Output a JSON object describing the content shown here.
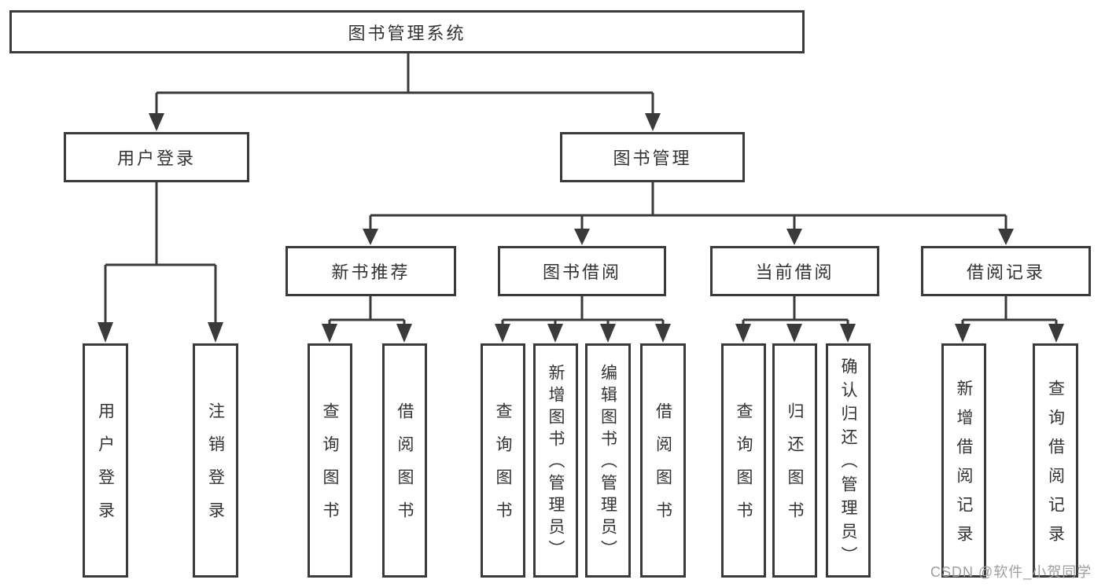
{
  "root": {
    "label": "图书管理系统"
  },
  "level2": [
    {
      "label": "用户登录"
    },
    {
      "label": "图书管理"
    }
  ],
  "level3": [
    {
      "label": "新书推荐"
    },
    {
      "label": "图书借阅"
    },
    {
      "label": "当前借阅"
    },
    {
      "label": "借阅记录"
    }
  ],
  "leaves": {
    "user_login": [
      {
        "label": "用户登录"
      },
      {
        "label": "注销登录"
      }
    ],
    "new_books": [
      {
        "label": "查询图书"
      },
      {
        "label": "借阅图书"
      }
    ],
    "book_borrow": [
      {
        "label": "查询图书"
      },
      {
        "label": "新增图书（管理员）"
      },
      {
        "label": "编辑图书（管理员）"
      },
      {
        "label": "借阅图书"
      }
    ],
    "current_borrow": [
      {
        "label": "查询图书"
      },
      {
        "label": "归还图书"
      },
      {
        "label": "确认归还（管理员）"
      }
    ],
    "borrow_records": [
      {
        "label": "新增借阅记录"
      },
      {
        "label": "查询借阅记录"
      }
    ]
  },
  "watermark": {
    "text": "CSDN @软件_小贺同学"
  },
  "colors": {
    "line": "#3a3a3a",
    "text": "#333333",
    "watermark": "#9e9e9e",
    "background": "#ffffff"
  }
}
